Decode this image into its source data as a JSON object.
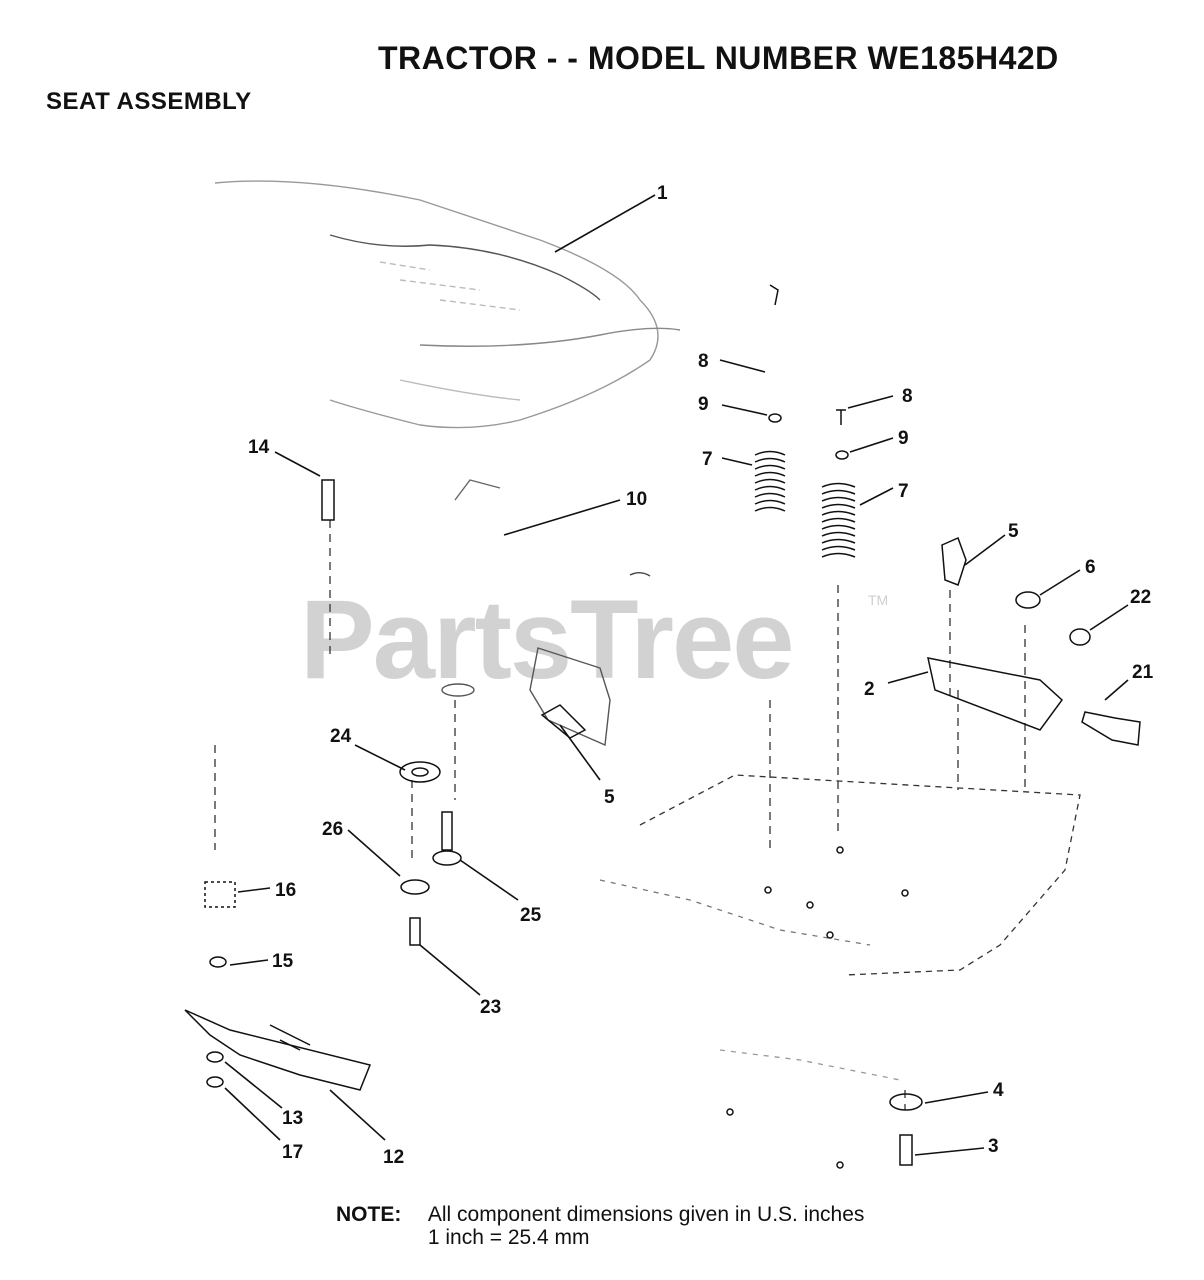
{
  "header": {
    "title": "TRACTOR - - MODEL NUMBER WE185H42D",
    "subtitle": "SEAT ASSEMBLY"
  },
  "watermark": {
    "text": "PartsTree",
    "tm": "TM"
  },
  "callouts": [
    {
      "id": "c1",
      "label": "1"
    },
    {
      "id": "c2",
      "label": "2"
    },
    {
      "id": "c3",
      "label": "3"
    },
    {
      "id": "c4",
      "label": "4"
    },
    {
      "id": "c5a",
      "label": "5"
    },
    {
      "id": "c5b",
      "label": "5"
    },
    {
      "id": "c6",
      "label": "6"
    },
    {
      "id": "c7a",
      "label": "7"
    },
    {
      "id": "c7b",
      "label": "7"
    },
    {
      "id": "c8a",
      "label": "8"
    },
    {
      "id": "c8b",
      "label": "8"
    },
    {
      "id": "c9a",
      "label": "9"
    },
    {
      "id": "c9b",
      "label": "9"
    },
    {
      "id": "c10",
      "label": "10"
    },
    {
      "id": "c12",
      "label": "12"
    },
    {
      "id": "c13",
      "label": "13"
    },
    {
      "id": "c14",
      "label": "14"
    },
    {
      "id": "c15",
      "label": "15"
    },
    {
      "id": "c16",
      "label": "16"
    },
    {
      "id": "c17",
      "label": "17"
    },
    {
      "id": "c21",
      "label": "21"
    },
    {
      "id": "c22",
      "label": "22"
    },
    {
      "id": "c23",
      "label": "23"
    },
    {
      "id": "c24",
      "label": "24"
    },
    {
      "id": "c25",
      "label": "25"
    },
    {
      "id": "c26",
      "label": "26"
    }
  ],
  "note": {
    "label": "NOTE:",
    "line1": "All component dimensions given in U.S. inches",
    "line2": "1 inch = 25.4 mm"
  }
}
